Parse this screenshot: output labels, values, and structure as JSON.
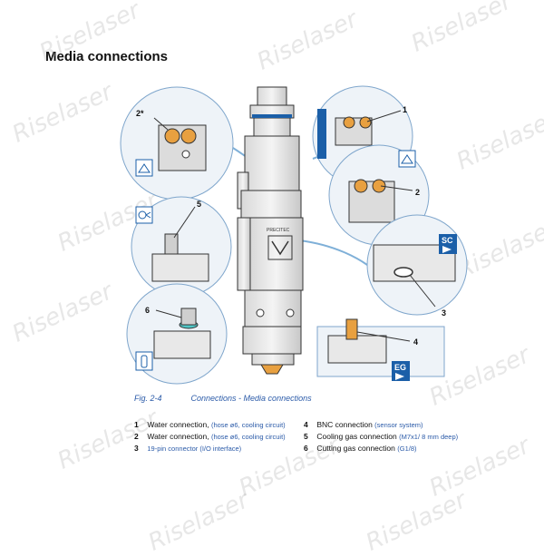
{
  "title": "Media connections",
  "watermark_text": "Riselaser",
  "figure": {
    "number": "Fig.   2-4",
    "caption": "Connections - Media connections",
    "head_brand": "PRECITEC",
    "callouts": {
      "c1": "1",
      "c2": "2",
      "c2a": "2*",
      "c3": "3",
      "c4": "4",
      "c5": "5",
      "c6": "6"
    },
    "badges": {
      "sc": "SC",
      "eg": "EG"
    }
  },
  "legend": [
    {
      "num": "1",
      "text": "Water connection,",
      "detail": "(hose ø6, cooling circuit)"
    },
    {
      "num": "2",
      "text": "Water connection,",
      "detail": "(hose ø6, cooling circuit)"
    },
    {
      "num": "3",
      "text": "",
      "detail": "19-pin connector (I/O interface)"
    },
    {
      "num": "4",
      "text": "BNC connection",
      "detail": "(sensor system)"
    },
    {
      "num": "5",
      "text": "Cooling gas connection",
      "detail": "(M7x1/ 8 mm deep)"
    },
    {
      "num": "6",
      "text": "Cutting gas connection",
      "detail": "(G1/8)"
    }
  ],
  "colors": {
    "accent_blue": "#1b5fa8",
    "detail_blue": "#2a5aa8",
    "line": "#333333",
    "cyan": "#4fc6c6",
    "orange": "#e8a040"
  }
}
